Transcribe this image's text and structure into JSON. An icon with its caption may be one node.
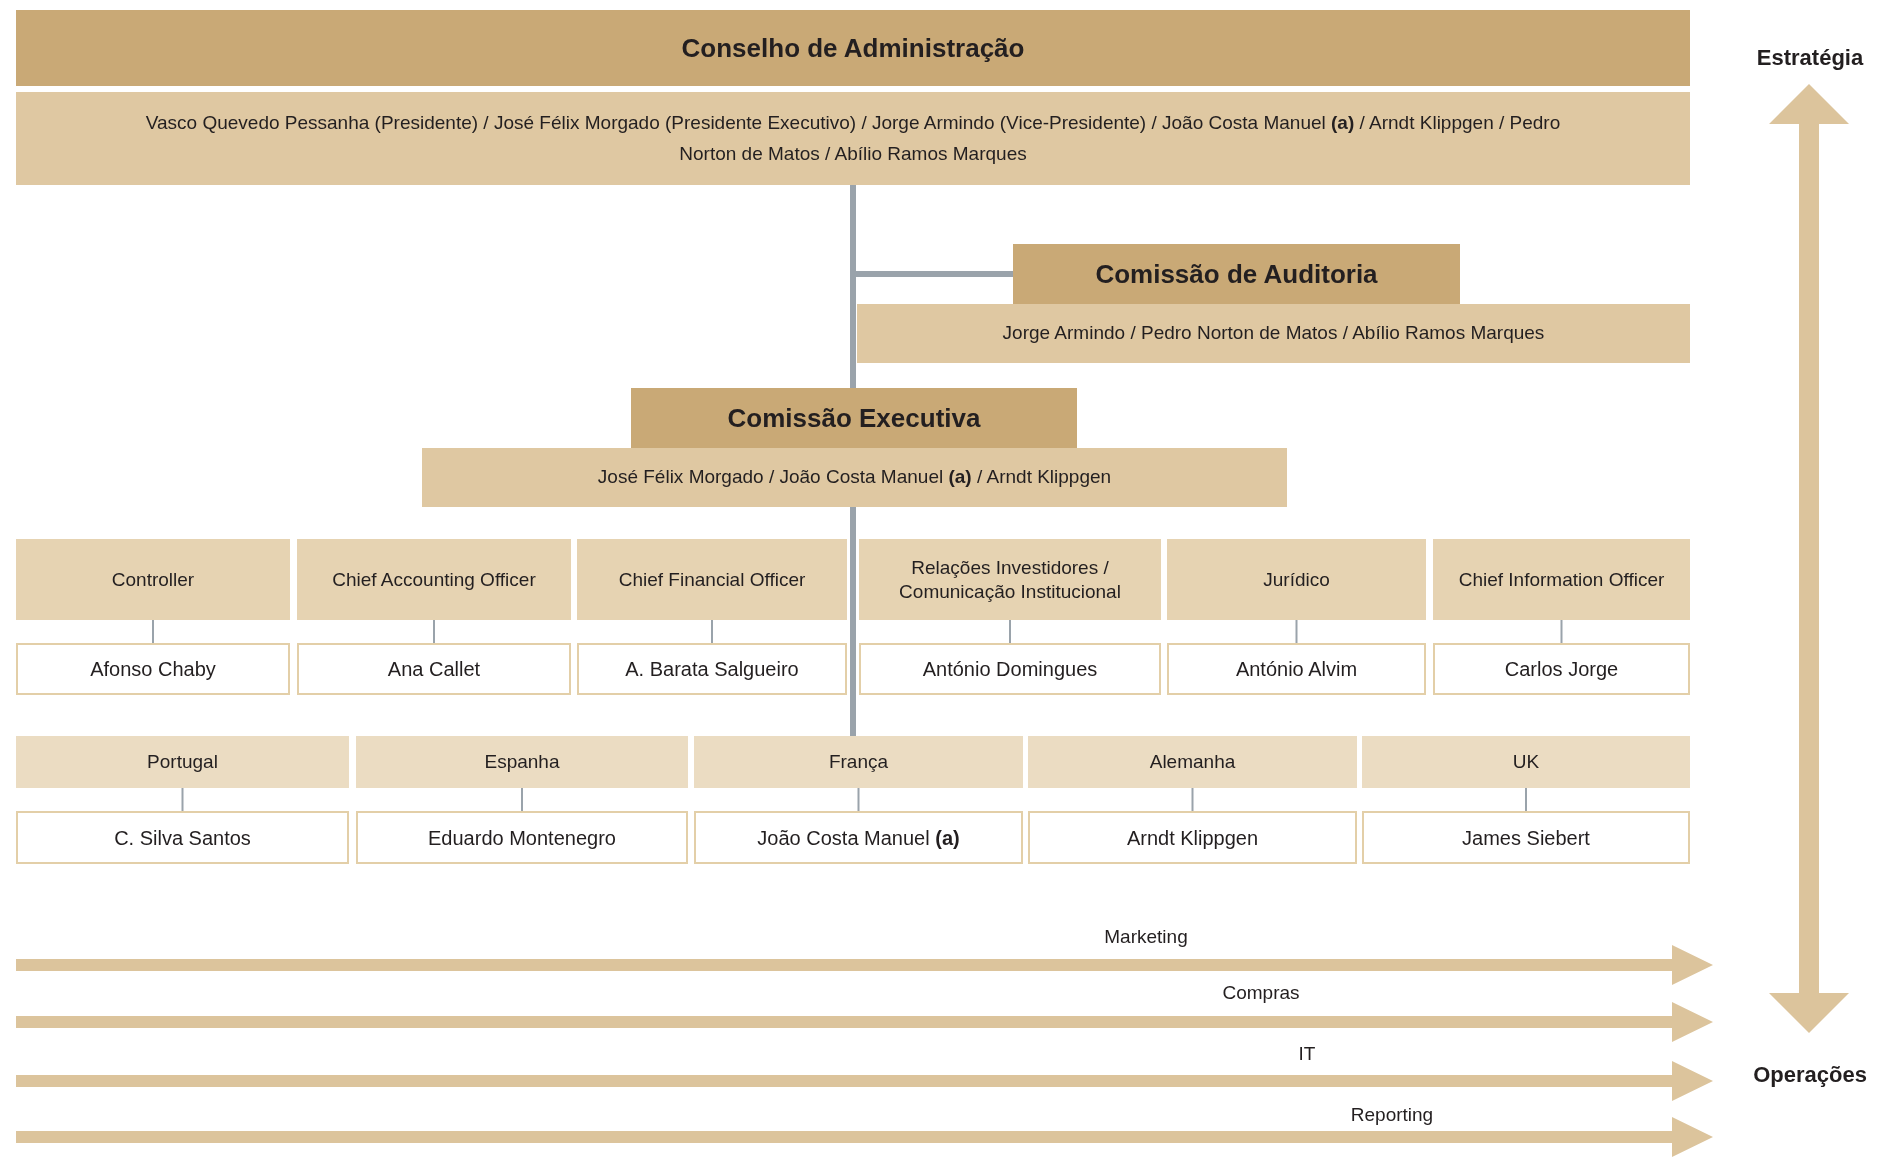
{
  "diagram": {
    "nodes": [
      {
        "text": [
          "Conselho de Administração"
        ]
      },
      {
        "text": [
          "Vasco Quevedo Pessanha (Presidente) / José Félix Morgado (Presidente Executivo) / Jorge Armindo (Vice-Presidente) / João Costa Manuel **(a)** / Arndt Klippgen / Pedro Norton de Matos / Abílio Ramos Marques"
        ]
      },
      {
        "text": [
          "Comissão de Auditoria"
        ]
      },
      {
        "text": [
          "Jorge Armindo / Pedro Norton de Matos / Abílio Ramos Marques"
        ]
      },
      {
        "text": [
          "Comissão Executiva"
        ]
      },
      {
        "text": [
          "José Félix Morgado / João Costa Manuel **(a)** / Arndt Klippgen"
        ]
      },
      {
        "text": [
          "Controller"
        ]
      },
      {
        "text": [
          "Chief Accounting Officer"
        ]
      },
      {
        "text": [
          "Chief Financial Officer"
        ]
      },
      {
        "text": [
          "Relações Investidores / Comunicação Institucional"
        ]
      },
      {
        "text": [
          "Jurídico"
        ]
      },
      {
        "text": [
          "Chief Information Officer"
        ]
      },
      {
        "text": [
          "Afonso Chaby"
        ]
      },
      {
        "text": [
          "Ana Callet"
        ]
      },
      {
        "text": [
          "A. Barata Salgueiro"
        ]
      },
      {
        "text": [
          "António Domingues"
        ]
      },
      {
        "text": [
          "António Alvim"
        ]
      },
      {
        "text": [
          "Carlos Jorge"
        ]
      },
      {
        "text": [
          "Portugal"
        ]
      },
      {
        "text": [
          "Espanha"
        ]
      },
      {
        "text": [
          "França"
        ]
      },
      {
        "text": [
          "Alemanha"
        ]
      },
      {
        "text": [
          "UK"
        ]
      },
      {
        "text": [
          "C. Silva Santos"
        ]
      },
      {
        "text": [
          "Eduardo Montenegro"
        ]
      },
      {
        "text": [
          "João Costa Manuel **(a)**"
        ]
      },
      {
        "text": [
          "Arndt Klippgen"
        ]
      },
      {
        "text": [
          "James Siebert"
        ]
      }
    ],
    "edges": [
      {
        "from": 1,
        "to": 4,
        "arrow": "none",
        "style": "thick"
      },
      {
        "from": 1,
        "to": 2,
        "arrow": "none",
        "style": "thick"
      },
      {
        "from": 5,
        "to": 20,
        "arrow": "none",
        "style": "thick"
      },
      {
        "from": 6,
        "to": 12,
        "arrow": "none"
      },
      {
        "from": 7,
        "to": 13,
        "arrow": "none"
      },
      {
        "from": 8,
        "to": 14,
        "arrow": "none"
      },
      {
        "from": 9,
        "to": 15,
        "arrow": "none"
      },
      {
        "from": 10,
        "to": 16,
        "arrow": "none"
      },
      {
        "from": 11,
        "to": 17,
        "arrow": "none"
      },
      {
        "from": 18,
        "to": 23,
        "arrow": "none"
      },
      {
        "from": 19,
        "to": 24,
        "arrow": "none"
      },
      {
        "from": 20,
        "to": 25,
        "arrow": "none"
      },
      {
        "from": 21,
        "to": 26,
        "arrow": "none"
      },
      {
        "from": 22,
        "to": 27,
        "arrow": "none"
      }
    ],
    "labels": [
      "Estratégia",
      "Marketing",
      "Compras",
      "IT",
      "Operações",
      "Reporting"
    ]
  }
}
